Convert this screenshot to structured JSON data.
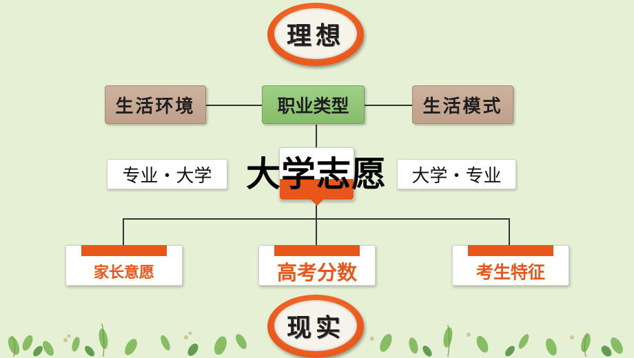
{
  "top_oval": "理想",
  "bottom_oval": "现实",
  "row1": {
    "left": "生活环境",
    "center": "职业类型",
    "right": "生活模式"
  },
  "row2": {
    "left": "专业・大学",
    "right": "大学・专业"
  },
  "center_title": "大学志愿",
  "factors": {
    "left": "家长意愿",
    "center": "高考分数",
    "right": "考生特征"
  },
  "colors": {
    "accent": "#e8561a",
    "background": "#e6f0d4",
    "brown": "#c6a996",
    "green": "#93c67a"
  }
}
